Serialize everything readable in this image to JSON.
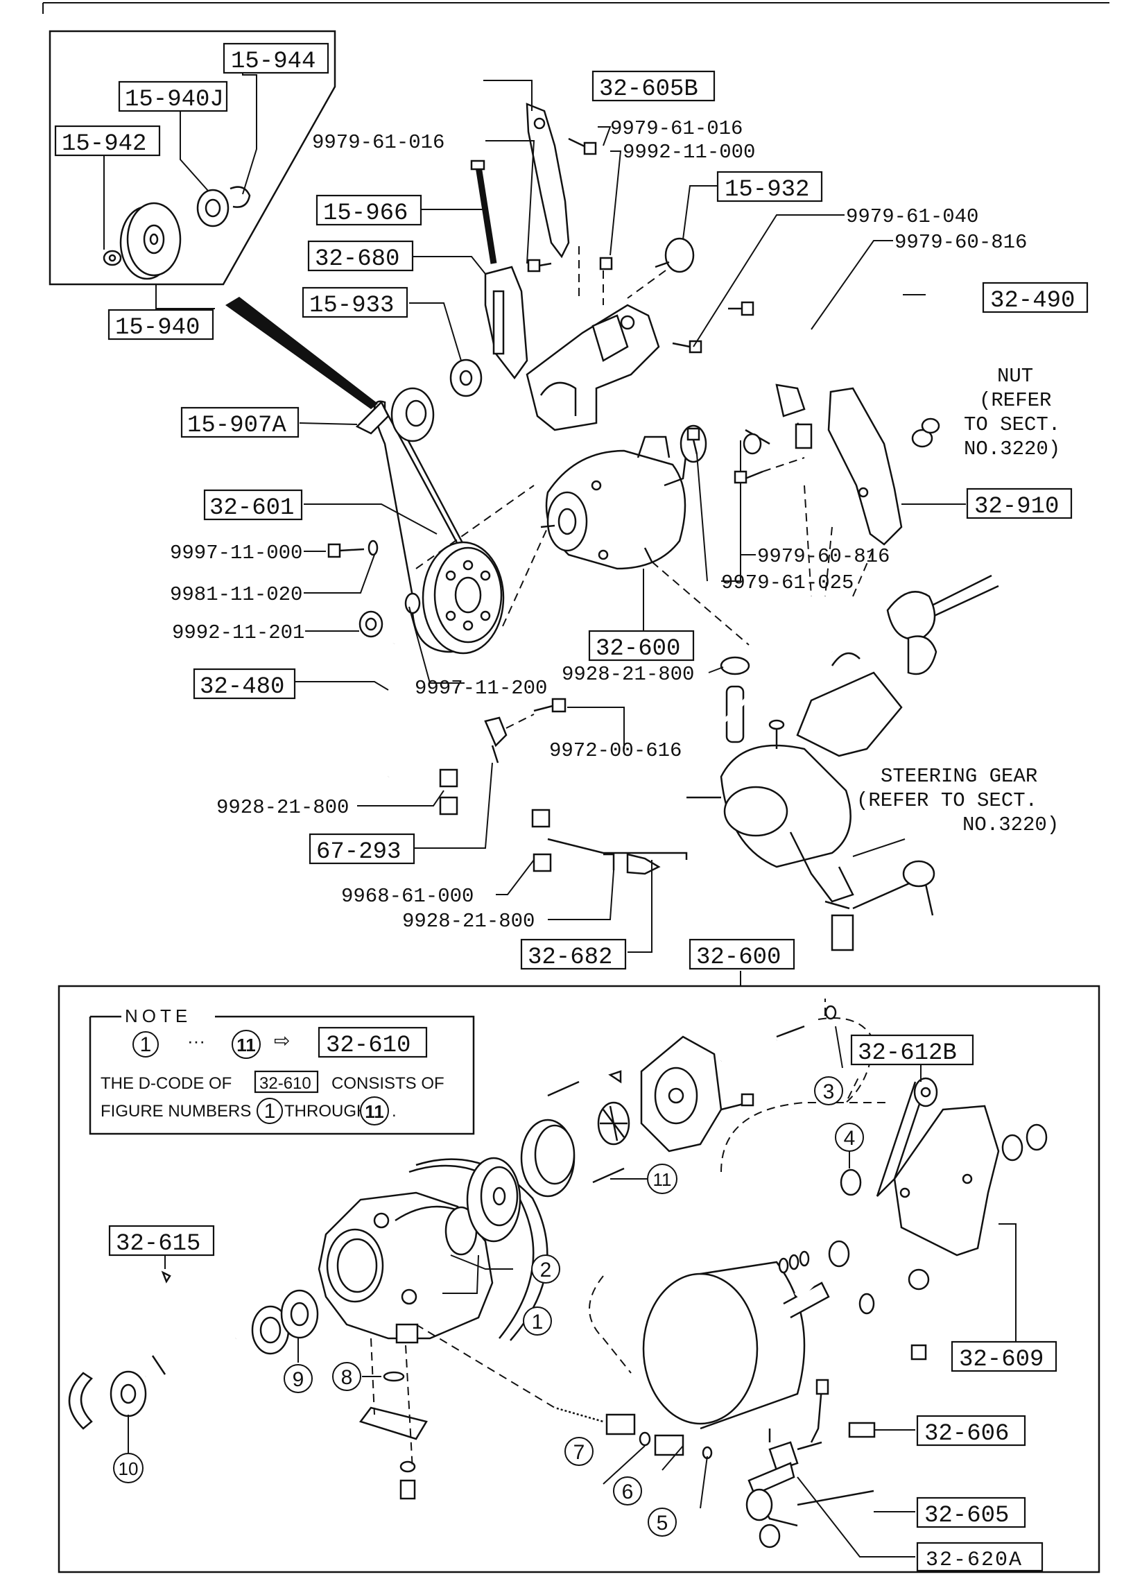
{
  "top_group": {
    "labels": [
      "15-944",
      "15-940J",
      "15-942",
      "15-940"
    ]
  },
  "boxed_labels": {
    "l_32_605B": "32-605B",
    "l_15_932": "15-932",
    "l_15_966": "15-966",
    "l_32_680": "32-680",
    "l_15_933": "15-933",
    "l_32_490": "32-490",
    "l_15_907A": "15-907A",
    "l_32_601": "32-601",
    "l_32_910": "32-910",
    "l_32_600a": "32-600",
    "l_32_480": "32-480",
    "l_67_293": "67-293",
    "l_32_682": "32-682",
    "l_32_600b": "32-600",
    "l_32_610": "32-610",
    "l_32_612B": "32-612B",
    "l_32_615": "32-615",
    "l_32_609": "32-609",
    "l_32_606": "32-606",
    "l_32_605": "32-605",
    "l_32_620A": "32-620A"
  },
  "plain_labels": {
    "p1": "9979-61-016",
    "p2": "9979-61-016",
    "p3": "9992-11-000",
    "p4": "9979-61-040",
    "p5": "9979-60-816",
    "p6": "9997-11-000",
    "p7": "9981-11-020",
    "p8": "9992-11-201",
    "p9": "9979-60-816",
    "p10": "9979-61-025",
    "p11": "9928-21-800",
    "p12": "9997-11-200",
    "p13": "9972-00-616",
    "p14": "9928-21-800",
    "p15": "9968-61-000",
    "p16": "9928-21-800"
  },
  "nut_ref": [
    "NUT",
    "(REFER",
    "TO SECT.",
    "NO.3220)"
  ],
  "steering_ref": [
    "STEERING GEAR",
    "(REFER TO SECT.",
    "NO.3220)"
  ],
  "note": {
    "title": "NOTE",
    "line1": "THE D-CODE OF",
    "line1b": "CONSISTS OF",
    "line2": "FIGURE NUMBERS",
    "line2b": "THROUGH",
    "circle_a": "1",
    "circle_b": "11",
    "dots": "···",
    "arrow": "⇨"
  },
  "callouts": [
    "1",
    "2",
    "3",
    "4",
    "5",
    "6",
    "7",
    "8",
    "9",
    "10",
    "11"
  ]
}
